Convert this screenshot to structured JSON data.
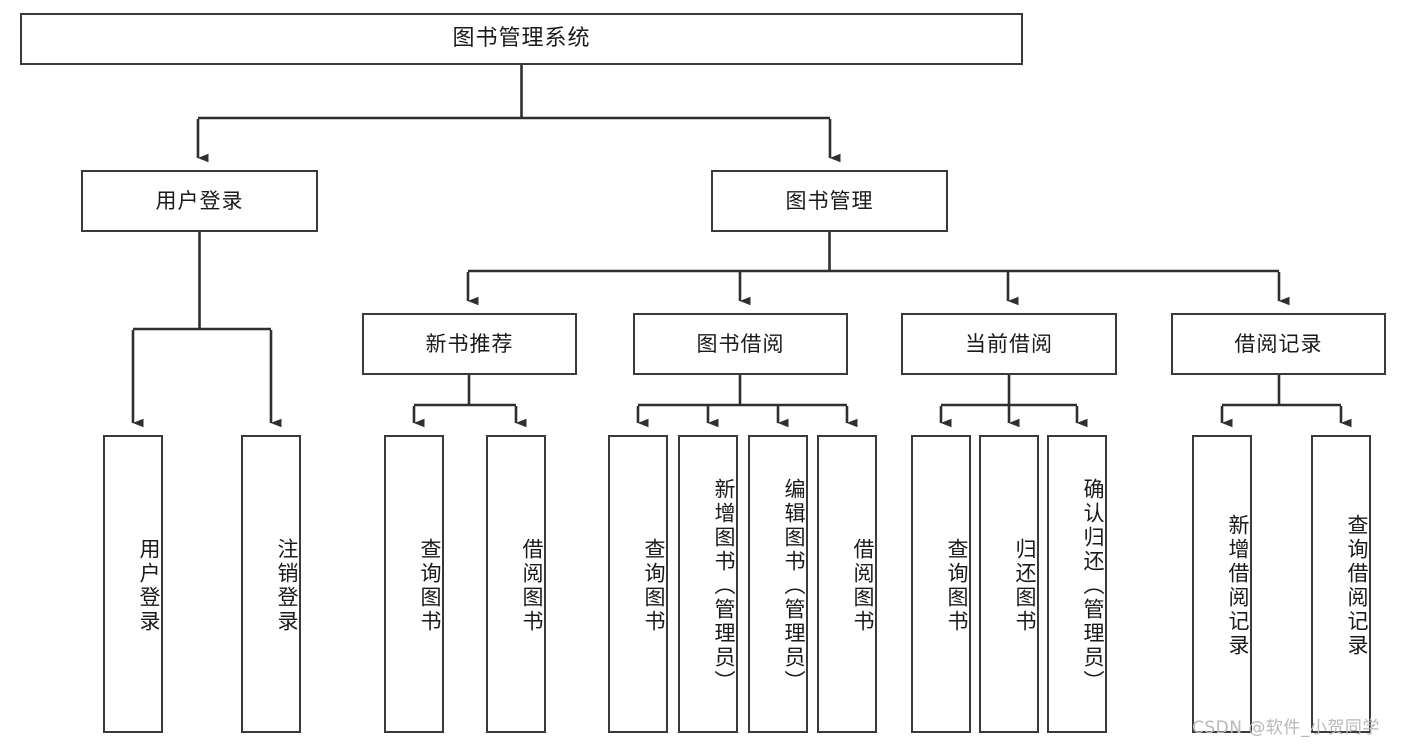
{
  "diagram": {
    "title": "图书管理系统",
    "root": {
      "label": "图书管理系统"
    },
    "level2": [
      {
        "label": "用户登录"
      },
      {
        "label": "图书管理"
      }
    ],
    "level3": [
      {
        "label": "新书推荐"
      },
      {
        "label": "图书借阅"
      },
      {
        "label": "当前借阅"
      },
      {
        "label": "借阅记录"
      }
    ],
    "leaves": {
      "user_login": [
        {
          "label": "用户登录"
        },
        {
          "label": "注销登录"
        }
      ],
      "new_book_recommend": [
        {
          "label": "查询图书"
        },
        {
          "label": "借阅图书"
        }
      ],
      "book_borrow": [
        {
          "label": "查询图书"
        },
        {
          "label": "新增图书（管理员）"
        },
        {
          "label": "编辑图书（管理员）"
        },
        {
          "label": "借阅图书"
        }
      ],
      "current_borrow": [
        {
          "label": "查询图书"
        },
        {
          "label": "归还图书"
        },
        {
          "label": "确认归还（管理员）"
        }
      ],
      "borrow_record": [
        {
          "label": "新增借阅记录"
        },
        {
          "label": "查询借阅记录"
        }
      ]
    }
  },
  "watermark": {
    "text": "CSDN @软件_小贺同学"
  },
  "colors": {
    "box_border": "#3a3a3a",
    "line": "#2f2f2f",
    "text": "#1a1a1a",
    "background": "#ffffff",
    "watermark": "#b8b8b8"
  }
}
